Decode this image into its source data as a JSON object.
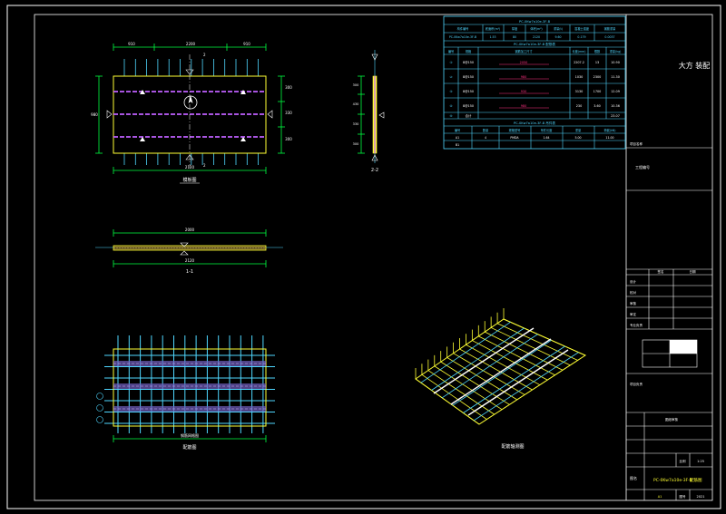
{
  "views": {
    "plan_label": "模板图",
    "section_1_label": "1-1",
    "section_2_label": "2-2",
    "elevation_label": "配筋图",
    "iso_label": "配筋轴测图",
    "section_mark": "2"
  },
  "dims": {
    "plan_top": [
      "910",
      "2200",
      "910"
    ],
    "plan_bottom": "2120",
    "plan_left": "980",
    "plan_right": [
      "300",
      "330",
      "300"
    ],
    "side_2_2": [
      "300",
      "430",
      "330",
      "300"
    ],
    "sec_1_1_top": "2000",
    "sec_1_1_bottom": "2120",
    "elev_bottom": "钢筋网格图"
  },
  "table": {
    "title_1": "PC-0Kw7a10e-3F-B",
    "header_1": [
      "构件编号",
      "底面积(m²)",
      "厚度",
      "体积(m³)",
      "重量(t)",
      "混凝土强度",
      "钢筋重量"
    ],
    "row_1": [
      "PC-0Kw7a10e-3F-B",
      "1.53",
      "80",
      "2120",
      "9.60",
      "0.179",
      "0.0037"
    ],
    "title_2": "PC-0Kw7a10e-3F-B 配筋表",
    "header_2": [
      "编号",
      "规格",
      "钢筋加工尺寸",
      "长度(mm)",
      "根数",
      "重量(kg)"
    ],
    "rows_2": [
      [
        "①",
        "8@150",
        "2050",
        "2207.2",
        "13",
        "10.90"
      ],
      [
        "②",
        "8@150",
        "980",
        "1030",
        "2300",
        "11.30"
      ],
      [
        "③",
        "8@150",
        "930",
        "3130",
        "1700",
        "12.09"
      ],
      [
        "④",
        "8@150",
        "980",
        "230",
        "3.60",
        "10.36"
      ],
      [
        "⑤",
        "合计",
        "",
        "",
        "",
        "23.07"
      ]
    ],
    "title_3": "PC-0Kw7a10e-3F-B 吊件表",
    "header_3": [
      "编号",
      "数量",
      "规格型号",
      "吊件长度",
      "重量",
      "荷载(kN)"
    ],
    "rows_3": [
      [
        "A1",
        "4",
        "PMDA",
        "1.64",
        "5.00",
        "11.00"
      ],
      [
        "B1",
        "",
        "",
        "",
        "",
        ""
      ]
    ]
  },
  "title_block": {
    "company": "大方 装配",
    "project_label": "项目名称",
    "part_label": "工程编号",
    "row_labels": [
      "设计",
      "校对",
      "审核",
      "审定",
      "专业负责",
      "项目负责"
    ],
    "col_labels": [
      "签名",
      "日期"
    ],
    "sheet_label": "图名",
    "drawing_title": "PC-0Kw7a10e-3F-B",
    "drawing_name_suffix": "配筋图",
    "scale_label": "比例",
    "scale": "1:25",
    "number_label": "图号",
    "number": "2021",
    "version": "A1",
    "stamp": "图纸审核"
  }
}
